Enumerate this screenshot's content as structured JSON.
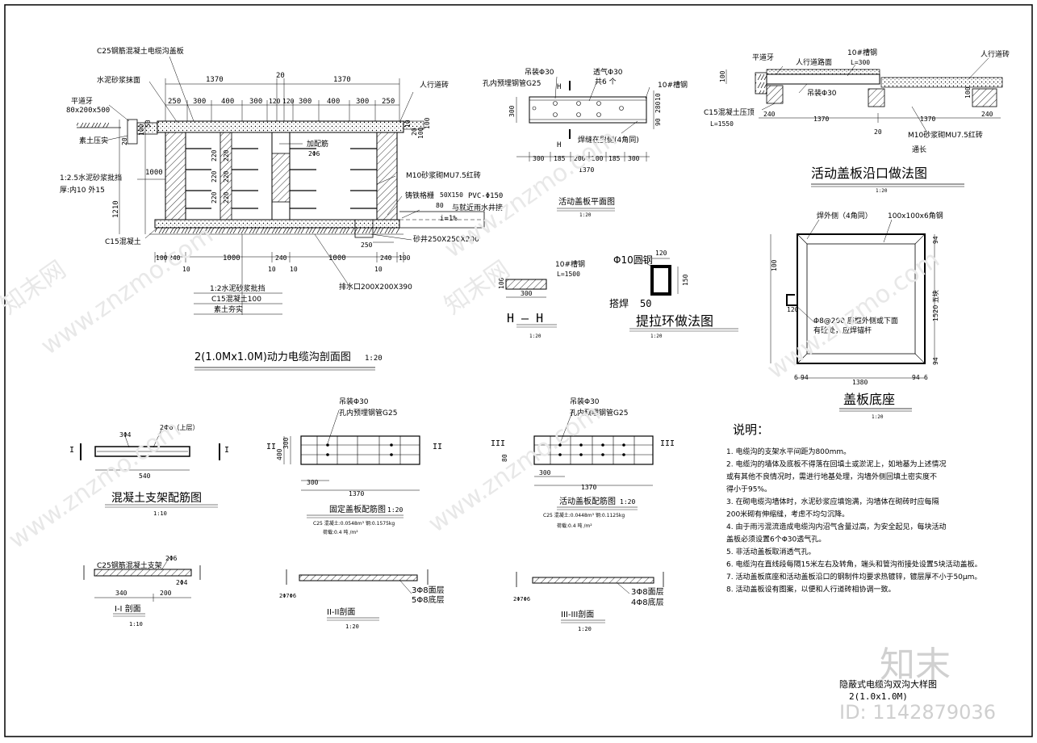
{
  "section_main": {
    "title": "2(1.0Mx1.0M)动力电缆沟剖面图",
    "scale": "1:20",
    "labels": {
      "cover": "C25钢筋混凝土电缆沟盖板",
      "mortar_face": "水泥砂浆抹面",
      "curb": "平道牙",
      "curb_size": "80x200x500",
      "compact_soil": "素土压实",
      "plaster": "1:2.5水泥砂浆批挡",
      "plaster_thk": "厚:内10  外15",
      "c15": "C15混凝土",
      "paving": "人行道砖",
      "rebar": "加配筋",
      "rebar_size": "2Φ6",
      "brick": "M10砂浆砌MU7.5红砖",
      "grate": "铸铁格栅",
      "grate_size": "50X150",
      "pvc": "PVC-Φ150",
      "well": "与就近雨水井接",
      "slope": "i=1%",
      "sump": "砂井250X250X200",
      "drain": "排水口200X200X390",
      "layer1": "1:2水泥砂浆批挡",
      "layer2": "C15混凝土100",
      "layer3": "素土夯实",
      "d80": "80"
    },
    "dims_top": [
      "1370",
      "20",
      "1370"
    ],
    "dims_sub": [
      "250",
      "300",
      "400",
      "300",
      "120",
      "120",
      "300",
      "400",
      "300",
      "250"
    ],
    "dims_bottom": [
      "100",
      "240",
      "1000",
      "240",
      "1000",
      "240",
      "100"
    ],
    "dims_bottom2": [
      "10",
      "10",
      "10",
      "10"
    ],
    "dims_sump": "250",
    "shelf_dims": [
      "220",
      "220",
      "220",
      "220",
      "220",
      "220"
    ],
    "left_dims": [
      "100",
      "50",
      "20",
      "1000",
      "1210"
    ],
    "right_dims": [
      "10",
      "20",
      "100",
      "100"
    ]
  },
  "cover_plan": {
    "title": "活动盖板平面图",
    "scale": "1:20",
    "lifting": "吊装Φ30",
    "embedded": "孔内预埋钢管G25",
    "vent": "透气Φ30",
    "vent_count": "共6 个",
    "channel": "10#槽钢",
    "weld": "焊缝在里侧(4角同)",
    "dims": [
      "300",
      "185",
      "200",
      "200",
      "185",
      "300"
    ],
    "total": "1370",
    "height": "300",
    "right_dims": [
      "10",
      "280",
      "90"
    ],
    "section_mark": "H"
  },
  "hh": {
    "title": "H — H",
    "scale": "1:20",
    "channel": "10#槽钢",
    "length": "L=1500",
    "dim": "300",
    "dim_left": "100"
  },
  "ring": {
    "title": "提拉环做法图",
    "scale": "1:20",
    "bar": "Φ10圆钢",
    "weld": "搭焊",
    "d50": "50",
    "d120": "120",
    "d150": "150"
  },
  "edge": {
    "title": "活动盖板沿口做法图",
    "scale": "1:20",
    "curb": "平道牙",
    "road": "人行道路面",
    "channel": "10#槽钢",
    "channel_len": "L=300",
    "paving": "人行道砖",
    "lifting": "吊装Φ30",
    "c15": "C15混凝土压顶",
    "c15_len": "L=1550",
    "brick": "M10砂浆砌MU7.5红砖",
    "through": "通长",
    "dims": [
      "240",
      "1370",
      "20",
      "1370",
      "240"
    ],
    "dim_left": "100",
    "dim_right": "100"
  },
  "base": {
    "title": "盖板底座",
    "scale": "1:20",
    "weld": "焊外侧（4角同）",
    "angle": "100x100x6角钢",
    "anchor": "Φ8@200  座框外侧或下面",
    "anchor2": "有砼处，应焊锚杆",
    "inner": "1380",
    "side": "1520  五块",
    "d94": "94",
    "d6": "6",
    "d120": "120",
    "d100": "100"
  },
  "support": {
    "title": "混凝土支架配筋图",
    "scale": "1:10",
    "bar1": "3Φ4",
    "bar2": "2Φ6（上层）",
    "length": "540",
    "mark": "I"
  },
  "fixed_cover": {
    "title": "固定盖板配筋图",
    "scale": "1:20",
    "lifting": "吊装Φ30",
    "embedded": "孔内预埋钢管G25",
    "dim": "300",
    "total": "1370",
    "h1": "400",
    "h2": "300",
    "mark": "II",
    "note1": "C25  混凝土:0.0548m³  钢:0.1575kg",
    "note2": "荷载:0.4 吨 /m²"
  },
  "active_cover": {
    "title": "活动盖板配筋图",
    "scale": "1:20",
    "lifting": "吊装Φ30",
    "embedded": "孔内预埋钢管G25",
    "dim": "300",
    "total": "1370",
    "h": "80",
    "mark": "III",
    "note1": "C25  混凝土:0.0448m³  钢:0.1125kg",
    "note2": "荷载:0.4 吨 /m²"
  },
  "sec_i": {
    "title": "I-I 剖面",
    "scale": "1:10",
    "label": "C25钢筋混凝土支架",
    "bar1": "2Φ6",
    "bar2": "2Φ4",
    "dims": [
      "340",
      "200"
    ]
  },
  "sec_ii": {
    "title": "II-II剖面",
    "scale": "1:20",
    "top": "3Φ8面层",
    "bot": "5Φ8底层",
    "left": "2Φ7Φ6"
  },
  "sec_iii": {
    "title": "III-III剖面",
    "scale": "1:20",
    "top": "3Φ8面层",
    "bot": "4Φ8底层",
    "left": "2Φ7Φ6"
  },
  "notes": {
    "heading": "说明：",
    "items": [
      "1.   电缆沟的支架水平间距为800mm。",
      "2.   电缆沟的墙体及底板不得落在回填土或淤泥上，如地基为上述情况",
      "       或有其他不良情况时，需进行地基处理，沟墙外侧回填土密实度不",
      "       得小于95%。",
      "3.   在砌电缆沟墙体时，水泥砂浆应填饱满，沟墙体在砌砖时应每隔",
      "       200米砌有伸缩缝，考虑不均匀沉降。",
      "4.   由于雨污混流造成电缆沟内沼气含量过高，为安全起见，每块活动",
      "       盖板必须设置6个Φ30透气孔。",
      "5.   非活动盖板取消透气孔。",
      "6.   电缆沟在直线段每隔15米左右及转角，端头和管沟衔接处设置5块活动盖板。",
      "7.   活动盖板底座和活动盖板沿口的钢制件均要求热镀锌，镀层厚不小于50μm。",
      "8.   活动盖板设有图案，以便和人行道砖相协调一致。"
    ]
  },
  "title_block": {
    "line1": "隐蔽式电缆沟双沟大样图",
    "line2": "2(1.0x1.0M)"
  },
  "watermark": {
    "brand": "知末",
    "id": "ID: 1142879036",
    "site": "www.znzmo.com",
    "site_cn": "知末网"
  }
}
